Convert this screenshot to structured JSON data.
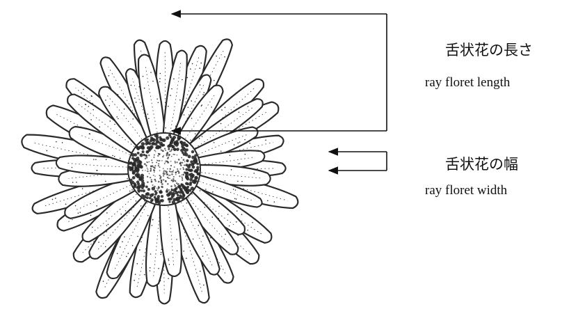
{
  "labels": {
    "length": {
      "ja": "舌状花の長さ",
      "en": "ray floret length"
    },
    "width": {
      "ja": "舌状花の幅",
      "en": "ray floret width"
    }
  },
  "icons": {
    "flower": "daisy-flower-illustration",
    "length_arrow": "bracket-arrow",
    "width_arrow": "double-arrow-bracket"
  },
  "colors": {
    "ink": "#111111",
    "petal_outline": "#2a2a2a",
    "paper": "#ffffff"
  }
}
